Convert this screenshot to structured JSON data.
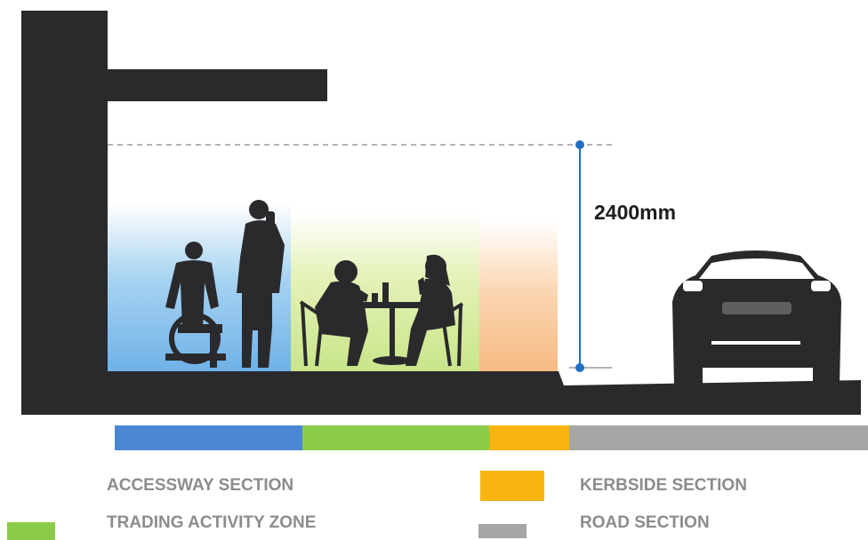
{
  "diagram": {
    "height_dimension": "2400mm",
    "colors": {
      "structure": "#2a2a2d",
      "accessway": "#4a86d2",
      "trading": "#8acb4a",
      "kerbside": "#f8b410",
      "road": "#a6a6a6",
      "dimension": "#1f6fc4"
    }
  },
  "legend": {
    "items": [
      {
        "label": "ACCESSWAY SECTION",
        "color": "#4a86d2"
      },
      {
        "label": "TRADING ACTIVITY ZONE",
        "color": "#8acb4a"
      },
      {
        "label": "KERBSIDE SECTION",
        "color": "#f8b410"
      },
      {
        "label": "ROAD SECTION",
        "color": "#a6a6a6"
      }
    ]
  }
}
